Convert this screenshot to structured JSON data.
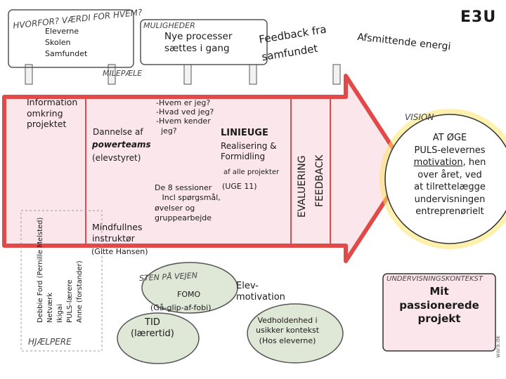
{
  "hvorfor": {
    "heading": "HVORFOR? VÆRDI FOR HVEM?",
    "items": [
      "Eleverne",
      "Skolen",
      "Samfundet"
    ]
  },
  "muligheder": {
    "heading": "MULIGHEDER",
    "text": "Nye processer\nsættes i gang"
  },
  "feedback_text": {
    "line1": "Feedback fra",
    "line2": "samfundet"
  },
  "logo": "E3U",
  "afsmittende": "Afsmittende energi",
  "milepaele": "MILEPÆLE",
  "information": "Information\nomkring\nprojektet",
  "dannelse": {
    "prefix": "Dannelse af",
    "bold": "powerteams",
    "suffix": "(elevstyret)"
  },
  "questions": "-Hvem er jeg?\n-Hvad ved jeg?\n-Hvem kender\n  jeg?",
  "linieuge": {
    "title": "LINIEUGE",
    "text": "Realisering &\nFormidling",
    "small": "af alle projekter",
    "weeks": "(UGE 11)"
  },
  "sessions": "De 8 sessioner\n   Incl spørgsmål,\nøvelser og\ngruppearbejde",
  "mindfulness": {
    "text": "Mindfullnes\ninstruktør",
    "name": "(Gitte Hansen)"
  },
  "evaluering": "EVALUERING",
  "feedback_vert": "FEEDBACK",
  "vision": {
    "heading": "VISION",
    "text": "AT ØGE\nPULS-elevernes\nmotivation, hen\nover året, ved\nat tilrettelægge\nundervisningen\nentreprenørielt",
    "underlined": "motivation"
  },
  "helpers": {
    "heading": "HJÆLPERE",
    "names": [
      "Debbie Ford (Pernille Melsted)",
      "Netværk",
      "Ikigai",
      "PULS-lærere",
      "Anne (forstander)"
    ]
  },
  "sten": {
    "heading": "STEN PÅ VEJEN",
    "fomo": "FOMO",
    "fomo_sub": "(Gå-glip-af-fobi)",
    "tid": "TID\n(lærertid)",
    "elev": "Elev-\nmotivation",
    "vedhold": "Vedholdenhed i\nusikker kontekst\n(Hos eleverne)"
  },
  "kontekst": {
    "heading": "UNDERVISNINGSKONTEKST",
    "text": "Mit\npassionerede\nprojekt"
  },
  "credit": "wara.dk",
  "colors": {
    "arrow_border": "#e24a4a",
    "arrow_fill": "#fbe6ec",
    "sun": "#fde36a",
    "stone": "#dfe8d6",
    "ink": "#1a1a1a"
  }
}
